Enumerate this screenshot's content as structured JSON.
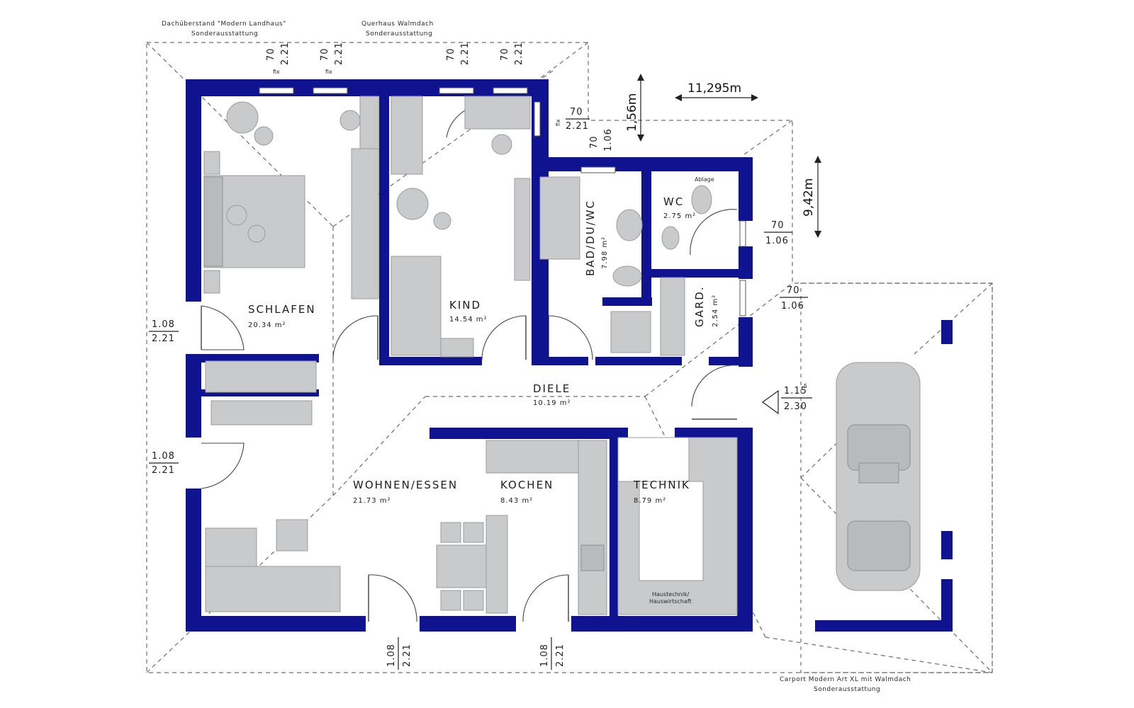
{
  "notes": {
    "overhang_line1": "Dachüberstand \"Modern Landhaus\"",
    "overhang_line2": "Sonderausstattung",
    "querhaus_line1": "Querhaus Walmdach",
    "querhaus_line2": "Sonderausstattung",
    "carport_line1": "Carport Modern Art XL mit Walmdach",
    "carport_line2": "Sonderausstattung"
  },
  "overall": {
    "width": "11,295m",
    "depth": "9,42m",
    "offset": "1,56m"
  },
  "rooms": {
    "schlafen": {
      "name": "SCHLAFEN",
      "area": "20.34 m²"
    },
    "kind": {
      "name": "KIND",
      "area": "14.54 m²"
    },
    "bad": {
      "name": "BAD/DU/WC",
      "area": "7.98 m²"
    },
    "wc": {
      "name": "WC",
      "area": "2.75 m²"
    },
    "gard": {
      "name": "GARD.",
      "area": "2.54 m²"
    },
    "diele": {
      "name": "DIELE",
      "area": "10.19 m²"
    },
    "wohnen": {
      "name": "WOHNEN/ESSEN",
      "area": "21.73 m²"
    },
    "kochen": {
      "name": "KOCHEN",
      "area": "8.43 m²"
    },
    "technik": {
      "name": "TECHNIK",
      "area": "8.79 m²"
    },
    "technik_note1": "Haustechnik/",
    "technik_note2": "Hauswirtschaft",
    "ablage": "Ablage"
  },
  "dims": {
    "top_w1": {
      "a": "70",
      "b": "2.21",
      "fix": "fix"
    },
    "top_w2": {
      "a": "70",
      "b": "2.21",
      "fix": "fix"
    },
    "top_w3": {
      "a": "70",
      "b": "2.21"
    },
    "top_w4": {
      "a": "70",
      "b": "2.21"
    },
    "right_fix": {
      "a": "70",
      "b": "2.21",
      "fix": "fix"
    },
    "bad_win": {
      "a": "70",
      "b": "1.06"
    },
    "wc_win": {
      "a": "70",
      "b": "1.06"
    },
    "gard_win": {
      "a": "70",
      "b": "1.06"
    },
    "entry": {
      "a": "1.15",
      "sup": "5",
      "b": "2.30"
    },
    "left_door1": {
      "a": "1.08",
      "b": "2.21"
    },
    "left_door2": {
      "a": "1.08",
      "b": "2.21"
    },
    "bottom_door1": {
      "a": "1.08",
      "b": "2.21"
    },
    "bottom_door2": {
      "a": "1.08",
      "b": "2.21"
    }
  }
}
